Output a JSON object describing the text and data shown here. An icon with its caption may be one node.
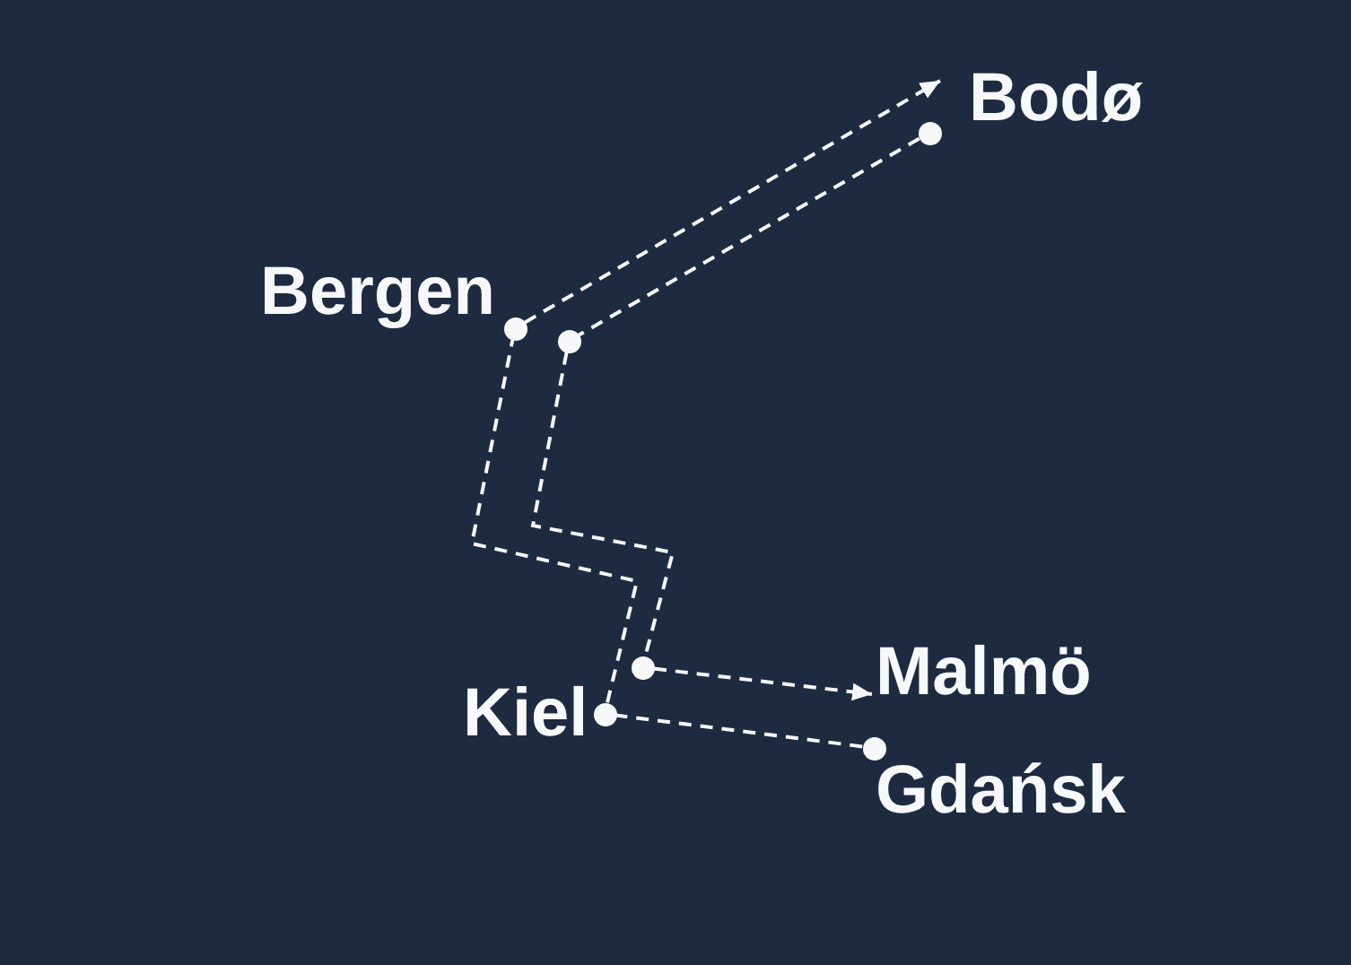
{
  "diagram": {
    "nodes": [
      {
        "text": [
          "Bodø"
        ]
      },
      {
        "text": [
          "Bergen"
        ]
      },
      {
        "text": [
          "Malmö"
        ]
      },
      {
        "text": [
          "Kiel"
        ]
      },
      {
        "text": [
          "Gdańsk"
        ]
      },
      {
        "text": [],
        "shape": "circle"
      },
      {
        "text": [],
        "shape": "circle"
      },
      {
        "text": [],
        "shape": "circle"
      },
      {
        "text": [],
        "shape": "circle"
      },
      {
        "text": [],
        "shape": "circle"
      },
      {
        "text": [],
        "shape": "circle"
      }
    ],
    "edges": [
      {
        "from": 10,
        "to": 9,
        "arrow": "none",
        "style": "dashed"
      },
      {
        "from": 9,
        "to": 6,
        "arrow": "none",
        "style": "dashed"
      },
      {
        "from": 6,
        "to": 0,
        "arrow": "to",
        "style": "dashed"
      },
      {
        "from": 5,
        "to": 7,
        "arrow": "none",
        "style": "dashed"
      },
      {
        "from": 7,
        "to": 8,
        "arrow": "none",
        "style": "dashed"
      },
      {
        "from": 8,
        "to": 2,
        "arrow": "to",
        "style": "dashed"
      }
    ]
  }
}
